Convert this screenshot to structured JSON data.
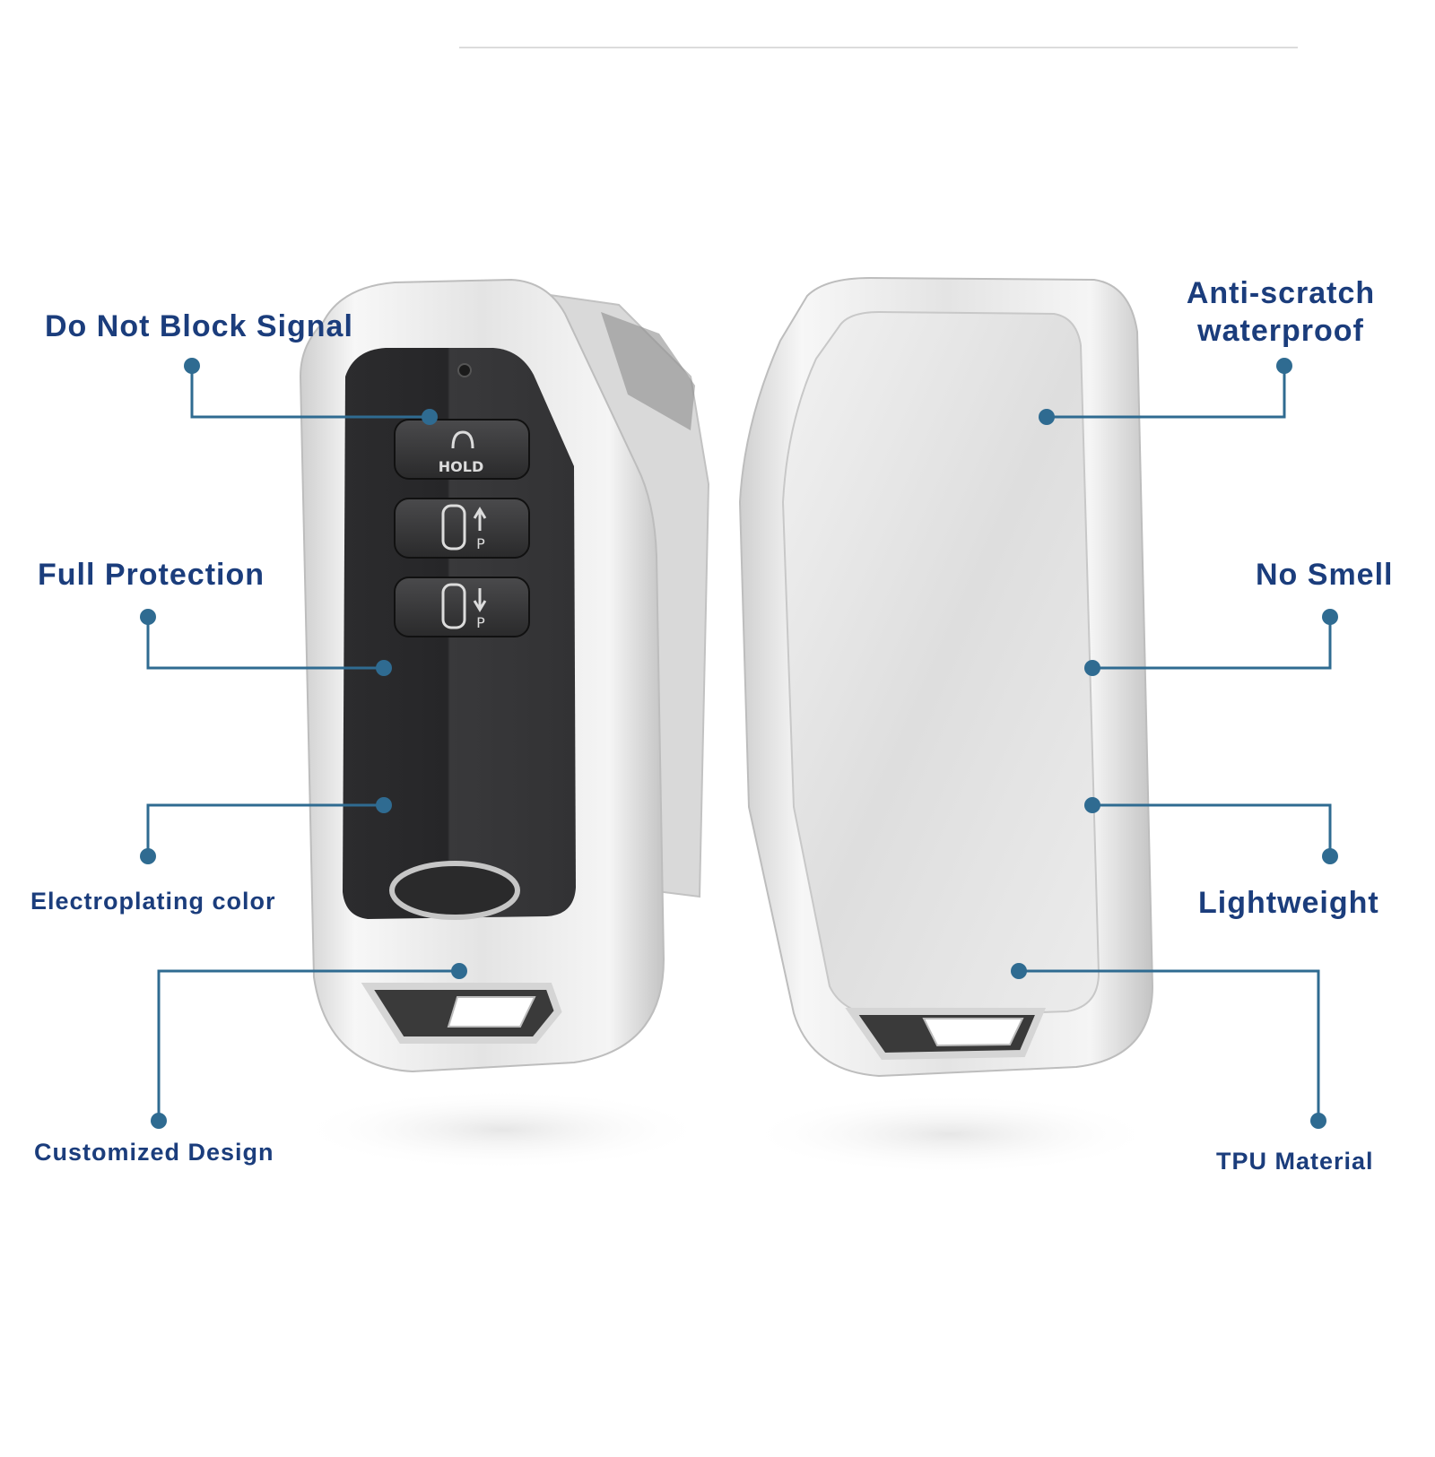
{
  "labels": {
    "signal": "Do Not Block Signal",
    "protection": "Full Protection",
    "electroplating": "Electroplating color",
    "customized": "Customized Design",
    "anti_scratch_line1": "Anti-scratch",
    "anti_scratch_line2": "waterproof",
    "no_smell": "No Smell",
    "lightweight": "Lightweight",
    "tpu": "TPU Material"
  },
  "key_buttons": {
    "hold": "HOLD",
    "park_up": "P",
    "park_down": "P"
  },
  "colors": {
    "label_text": "#1b3d7c",
    "callout": "#2f6b91",
    "shell_silver": "#e2e2e2",
    "key_black": "#2a2a2c"
  }
}
